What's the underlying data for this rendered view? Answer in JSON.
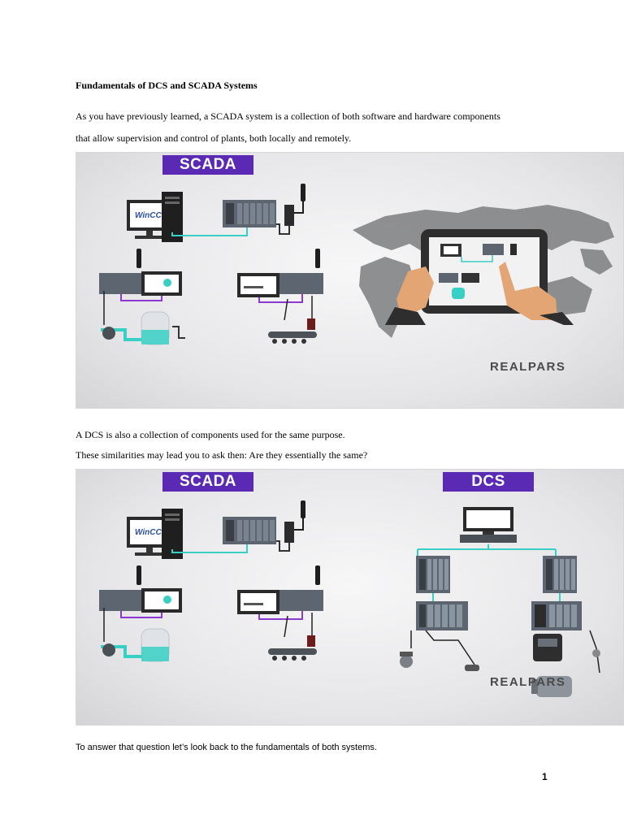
{
  "document": {
    "title": "Fundamentals of DCS and SCADA Systems",
    "paragraphs": [
      "As you have previously learned, a SCADA system is a collection of both software and hardware components",
      "that allow supervision and control of plants, both locally and remotely.",
      "A DCS is also a collection of components used for the same purpose.",
      "These similarities may lead you to ask then: Are they essentially the same?",
      "To answer that question let’s look back to the fundamentals of both systems."
    ],
    "page_number": "1"
  },
  "figure1": {
    "tag": "SCADA",
    "software_label": "WinCC",
    "brand": "REALPARS",
    "tag_color": "#5b2ab4"
  },
  "figure2": {
    "tag_left": "SCADA",
    "tag_right": "DCS",
    "software_label": "WinCC",
    "brand": "REALPARS",
    "tag_color": "#5b2ab4"
  }
}
